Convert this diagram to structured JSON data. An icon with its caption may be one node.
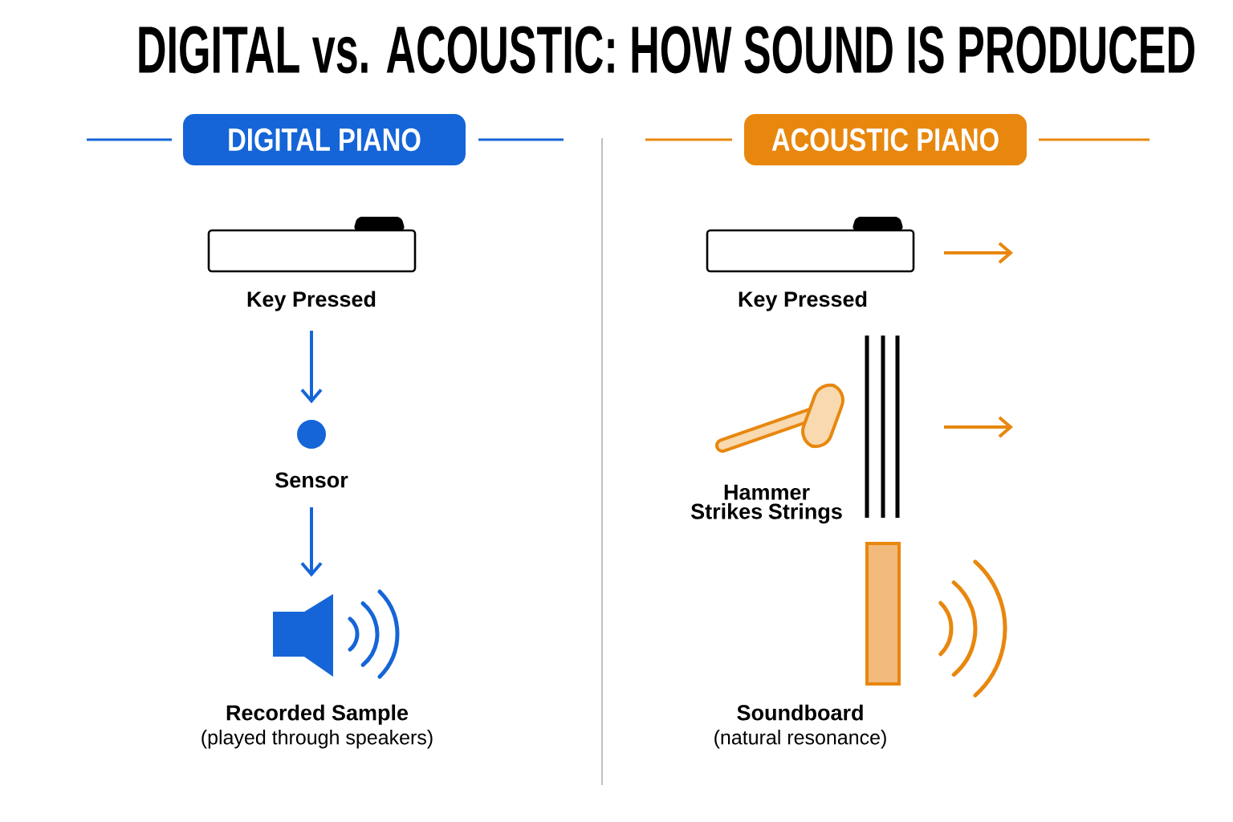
{
  "diagram": {
    "title": "DIGITAL vs. ACOUSTIC: HOW SOUND IS PRODUCED",
    "nodes": [
      {
        "text": [
          "DIGITAL PIANO"
        ]
      },
      {
        "text": [
          "ACOUSTIC PIANO"
        ]
      },
      {
        "text": [
          "Key Pressed"
        ]
      },
      {
        "text": [],
        "shape": "circle"
      },
      {
        "text": [
          "Sensor"
        ]
      },
      {
        "text": [],
        "shape": "picture"
      },
      {
        "text": [
          "Recorded Sample",
          "(played through speakers)"
        ]
      },
      {
        "text": [
          "Key Pressed"
        ]
      },
      {
        "text": [
          "Hammer Strikes Strings"
        ]
      },
      {
        "text": [
          "Soundboard",
          "(natural resonance)"
        ]
      }
    ],
    "edges": [
      {
        "from": 2,
        "to": 3,
        "arrow": "to"
      },
      {
        "from": 4,
        "to": 5,
        "arrow": "to"
      }
    ]
  }
}
